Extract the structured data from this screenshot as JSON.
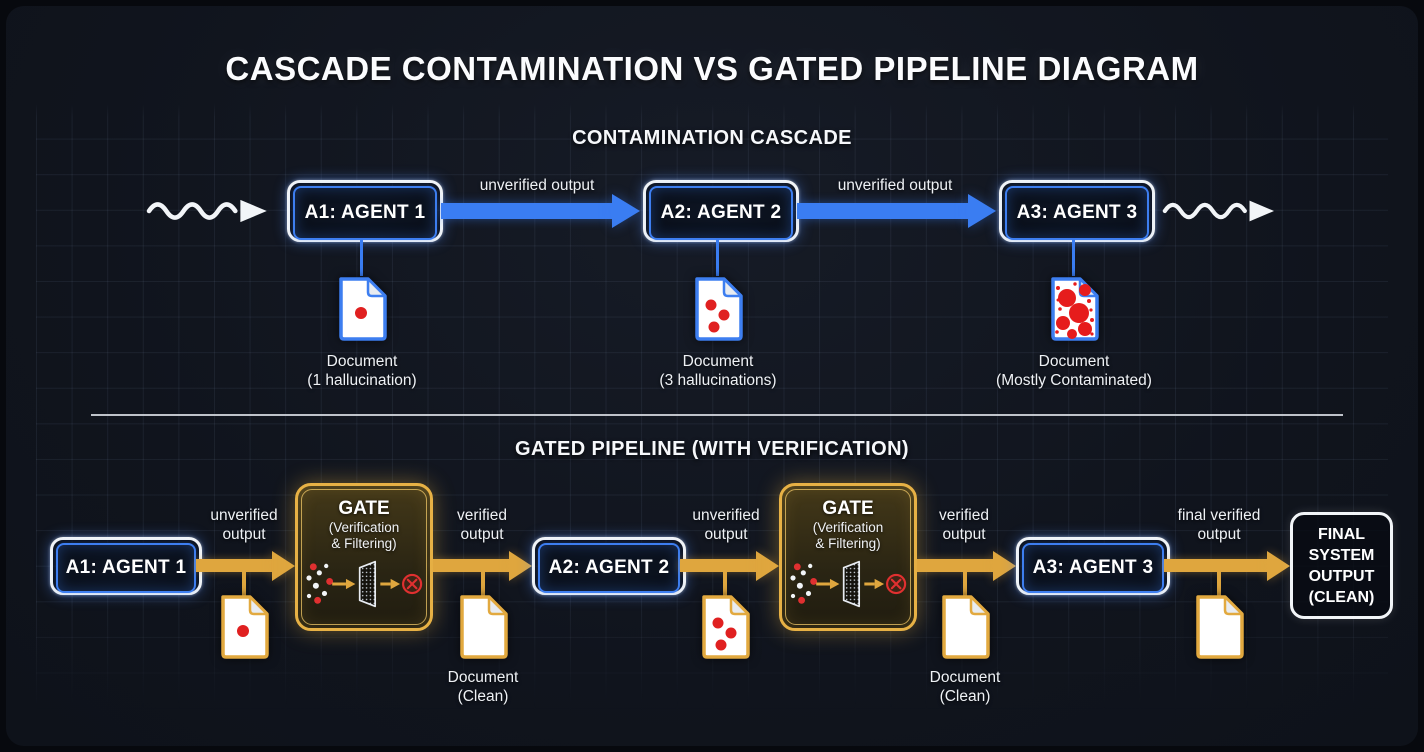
{
  "title": "CASCADE CONTAMINATION VS GATED PIPELINE DIAGRAM",
  "colors": {
    "agent_blue": "#3d7ef0",
    "gate_gold": "#e7b145",
    "arrow_blue": "#3a7df2",
    "arrow_gold": "#dfa63e",
    "contamination_red": "#e02020"
  },
  "cascade": {
    "header": "CONTAMINATION CASCADE",
    "agents": [
      "A1: AGENT 1",
      "A2: AGENT 2",
      "A3: AGENT 3"
    ],
    "arrow_labels": [
      "unverified output",
      "unverified output"
    ],
    "documents": [
      {
        "name": "Document",
        "state": "(1 hallucination)"
      },
      {
        "name": "Document",
        "state": "(3 hallucinations)"
      },
      {
        "name": "Document",
        "state": "(Mostly Contaminated)"
      }
    ]
  },
  "gated": {
    "header": "GATED PIPELINE (WITH VERIFICATION)",
    "agents": [
      "A1: AGENT 1",
      "A2: AGENT 2",
      "A3: AGENT 3"
    ],
    "gates": [
      {
        "title": "GATE",
        "subtitle1": "(Verification",
        "subtitle2": "& Filtering)"
      },
      {
        "title": "GATE",
        "subtitle1": "(Verification",
        "subtitle2": "& Filtering)"
      }
    ],
    "arrow_labels": [
      {
        "line1": "unverified",
        "line2": "output"
      },
      {
        "line1": "verified",
        "line2": "output"
      },
      {
        "line1": "unverified",
        "line2": "output"
      },
      {
        "line1": "verified",
        "line2": "output"
      },
      {
        "line1": "final verified",
        "line2": "output"
      }
    ],
    "doc_labels": [
      {
        "name": "Document",
        "state": "(Clean)"
      },
      {
        "name": "Document",
        "state": "(Clean)"
      }
    ],
    "final_box": [
      "FINAL",
      "SYSTEM",
      "OUTPUT",
      "(CLEAN)"
    ]
  }
}
